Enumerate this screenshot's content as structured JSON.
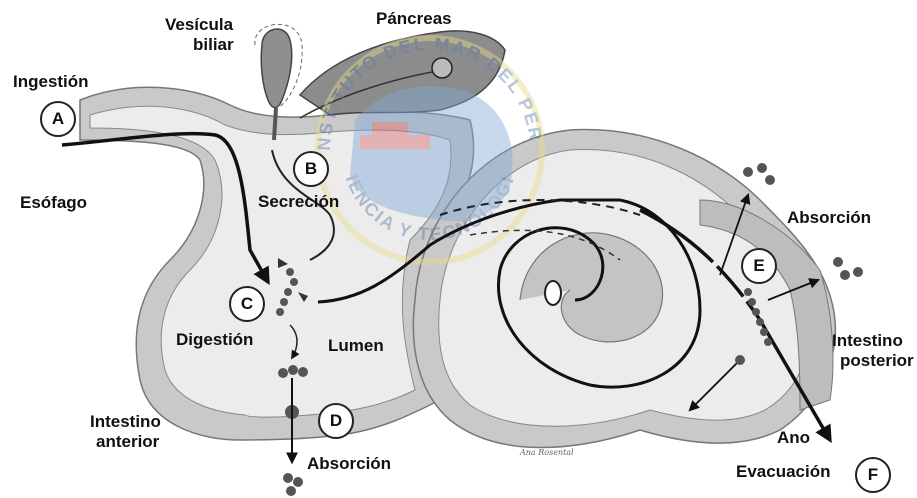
{
  "colors": {
    "tissue": "#c9c9c9",
    "tissue_edge": "#777777",
    "lumen": "#ececec",
    "ink": "#111111",
    "particle": "#555555",
    "watermark_blue": "#7fa9d6",
    "watermark_yellow": "#e8dc8a"
  },
  "labels": {
    "ingestion": "Ingestión",
    "vesicula_line1": "Vesícula",
    "vesicula_line2": "biliar",
    "pancreas": "Páncreas",
    "esofago": "Esófago",
    "secrecion": "Secreción",
    "digestion": "Digestión",
    "lumen": "Lumen",
    "intestino_anterior_line1": "Intestino",
    "intestino_anterior_line2": "anterior",
    "absorcion_bottom": "Absorción",
    "absorcion_right": "Absorción",
    "intestino_posterior_line1": "Intestino",
    "intestino_posterior_line2": "posterior",
    "ano": "Ano",
    "evacuacion": "Evacuación"
  },
  "badges": {
    "a": "A",
    "b": "B",
    "c": "C",
    "d": "D",
    "e": "E",
    "f": "F"
  },
  "watermark": {
    "text_top": "INSTITUTO DEL MAR DEL PERU",
    "text_bottom": "CIENCIA Y TECNOLOGIA"
  },
  "signature": "Ana Rosental"
}
